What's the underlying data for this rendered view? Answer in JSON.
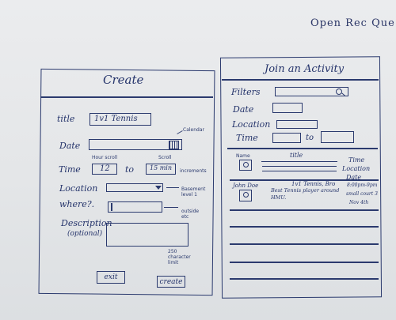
{
  "header": {
    "title": "Open Rec Que"
  },
  "create": {
    "title": "Create",
    "labels": {
      "title": "title",
      "date": "Date",
      "time": "Time",
      "to": "to",
      "location": "Location",
      "where": "where?.",
      "description": "Description",
      "optional": "(optional)"
    },
    "values": {
      "title": "1v1 Tennis",
      "time_from": "12",
      "time_to": "15 min"
    },
    "annotations": {
      "calendar": "Calendar",
      "hour_scroll": "Hour scroll",
      "scroll": "Scroll",
      "increments": "increments",
      "basement": "Basement level 1",
      "outside": "outside etc",
      "char_limit": "250 character limit"
    },
    "buttons": {
      "exit": "exit",
      "create": "create"
    }
  },
  "join": {
    "title": "Join an Activity",
    "labels": {
      "filters": "Filters",
      "date": "Date",
      "location": "Location",
      "time": "Time",
      "to": "to",
      "name": "Name",
      "title_col": "title",
      "time_col": "Time",
      "location_col": "Location",
      "date_col": "Date"
    },
    "listing": {
      "name": "John Doe",
      "title": "1v1 Tennis, Bro",
      "description": "Best Tennis player around HMU.",
      "time": "8:00pm-9pm",
      "location": "small court 3",
      "date": "Nov 4th"
    }
  },
  "colors": {
    "ink": "#2b3a6e",
    "board": "#e6e8ea"
  }
}
